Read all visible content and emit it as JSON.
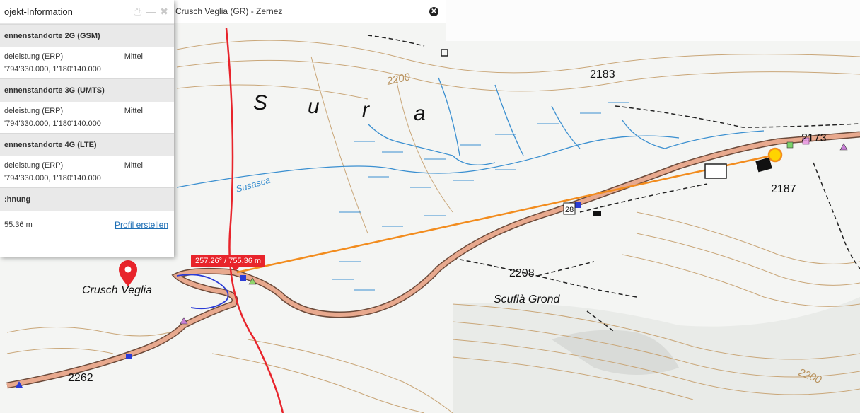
{
  "panel": {
    "title": "ojekt-Information",
    "tool_icons": [
      "printer-icon",
      "minimize-icon",
      "close-icon"
    ],
    "sections": [
      {
        "title": "ennenstandorte 2G (GSM)",
        "label": "deleistung (ERP)",
        "value": "Mittel",
        "coords": "'794'330.000, 1'180'140.000"
      },
      {
        "title": "ennenstandorte 3G (UMTS)",
        "label": "deleistung (ERP)",
        "value": "Mittel",
        "coords": "'794'330.000, 1'180'140.000"
      },
      {
        "title": "ennenstandorte 4G (LTE)",
        "label": "deleistung (ERP)",
        "value": "Mittel",
        "coords": "'794'330.000, 1'180'140.000"
      }
    ],
    "distance": {
      "title": ":hnung",
      "value": "55.36 m",
      "profile_link": "Profil erstellen"
    }
  },
  "search": {
    "value": "Crusch Veglia (GR) - Zernez"
  },
  "map": {
    "measure_label": "257.26° / 755.36 m",
    "labels": {
      "place": "Crusch Veglia",
      "locality": "Scuflà Grond",
      "stream": "Susasca",
      "region_letters": [
        "S",
        "u",
        "r",
        "a"
      ],
      "contour_2200_a": "2200",
      "contour_2200_b": "2200",
      "elev_2183": "2183",
      "elev_2173": "2173",
      "elev_2187": "2187",
      "elev_2208": "2208",
      "elev_2262": "2262",
      "road_number": "28"
    },
    "colors": {
      "road_fill": "#e8a98e",
      "measure_line": "#f28c1e",
      "red_circle": "#e8242b",
      "water": "#3a8fd0",
      "contour": "#c9a678",
      "marker": "#e8242b"
    }
  }
}
